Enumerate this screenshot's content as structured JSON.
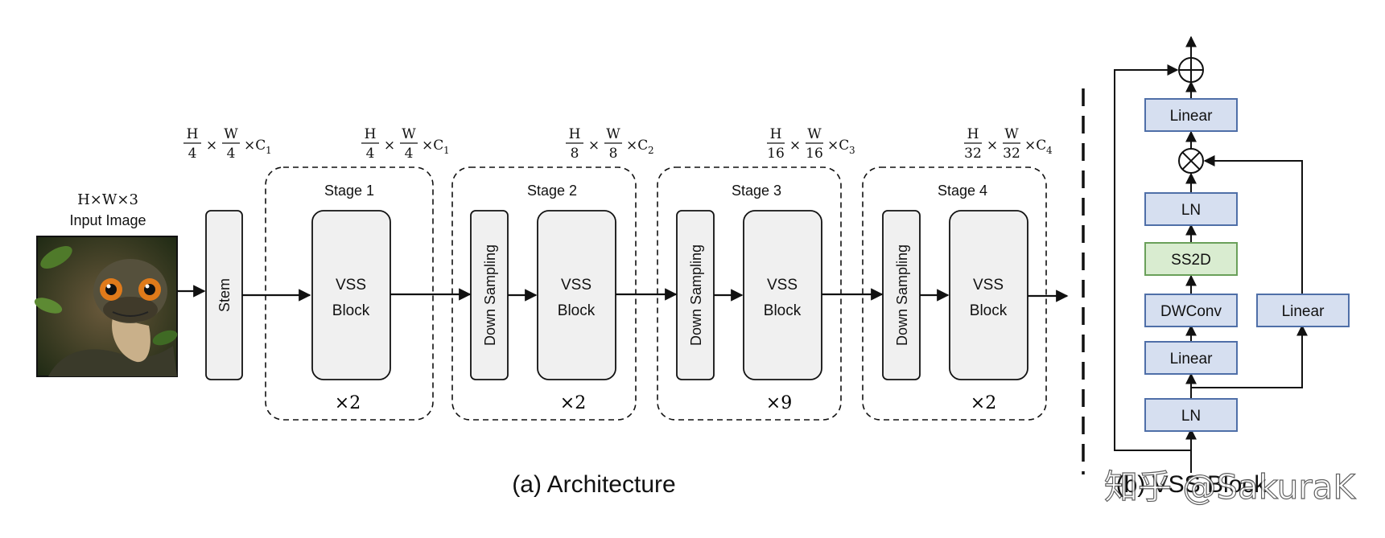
{
  "input": {
    "dims": "H×W×3",
    "label": "Input Image"
  },
  "stem": {
    "label": "Stem"
  },
  "dim_labels": [
    {
      "h": "H",
      "hd": "4",
      "w": "W",
      "wd": "4",
      "c": "×C",
      "ci": "1"
    },
    {
      "h": "H",
      "hd": "4",
      "w": "W",
      "wd": "4",
      "c": "×C",
      "ci": "1"
    },
    {
      "h": "H",
      "hd": "8",
      "w": "W",
      "wd": "8",
      "c": "×C",
      "ci": "2"
    },
    {
      "h": "H",
      "hd": "16",
      "w": "W",
      "wd": "16",
      "c": "×C",
      "ci": "3"
    },
    {
      "h": "H",
      "hd": "32",
      "w": "W",
      "wd": "32",
      "c": "×C",
      "ci": "4"
    }
  ],
  "times_symbol": "×",
  "stages": [
    {
      "title": "Stage 1",
      "block_line1": "VSS",
      "block_line2": "Block",
      "repeat": "×2",
      "downsample": ""
    },
    {
      "title": "Stage 2",
      "block_line1": "VSS",
      "block_line2": "Block",
      "repeat": "×2",
      "downsample": "Down Sampling"
    },
    {
      "title": "Stage 3",
      "block_line1": "VSS",
      "block_line2": "Block",
      "repeat": "×9",
      "downsample": "Down Sampling"
    },
    {
      "title": "Stage 4",
      "block_line1": "VSS",
      "block_line2": "Block",
      "repeat": "×2",
      "downsample": "Down Sampling"
    }
  ],
  "captions": {
    "architecture": "(a) Architecture",
    "vss_block": "(b) VSS Block"
  },
  "vss_block": {
    "linear_out": "Linear",
    "ln_mid": "LN",
    "ss2d": "SS2D",
    "dwconv": "DWConv",
    "linear_in": "Linear",
    "ln_in": "LN",
    "linear_branch": "Linear",
    "add_symbol": "⊕",
    "mul_symbol": "⊗"
  },
  "watermark": "知乎 @SakuraK",
  "colors": {
    "block_fill": "#f0f0f0",
    "vss_box_fill": "#d6dff0",
    "vss_box_stroke": "#4f6fa8",
    "ss2d_fill": "#d9ecd0",
    "ss2d_stroke": "#6aa05a",
    "line": "#111111"
  }
}
